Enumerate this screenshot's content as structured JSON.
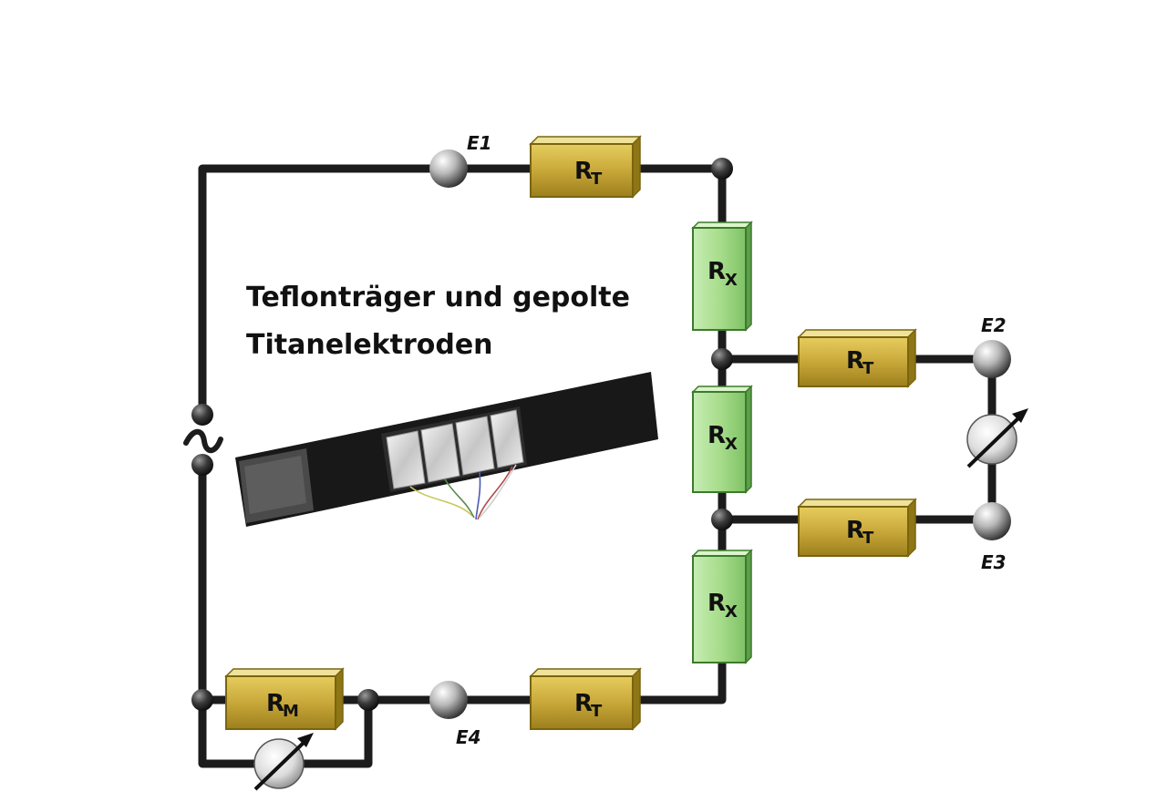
{
  "diagram": {
    "title_line1": "Teflonträger und gepolte",
    "title_line2": "Titanelektroden",
    "electrodes": {
      "e1": "E1",
      "e2": "E2",
      "e3": "E3",
      "e4": "E4"
    },
    "resistors": {
      "rt_main": "R",
      "rt_sub": "T",
      "rx_main": "R",
      "rx_sub": "X",
      "rm_main": "R",
      "rm_sub": "M"
    },
    "colors": {
      "rt_fill": "#c9a83a",
      "rx_fill": "#a8dd8c",
      "wire": "#1c1c1c",
      "strip": "#181818"
    },
    "icons": [
      "ammeter-icon",
      "voltmeter-icon",
      "ac-source-icon"
    ]
  }
}
